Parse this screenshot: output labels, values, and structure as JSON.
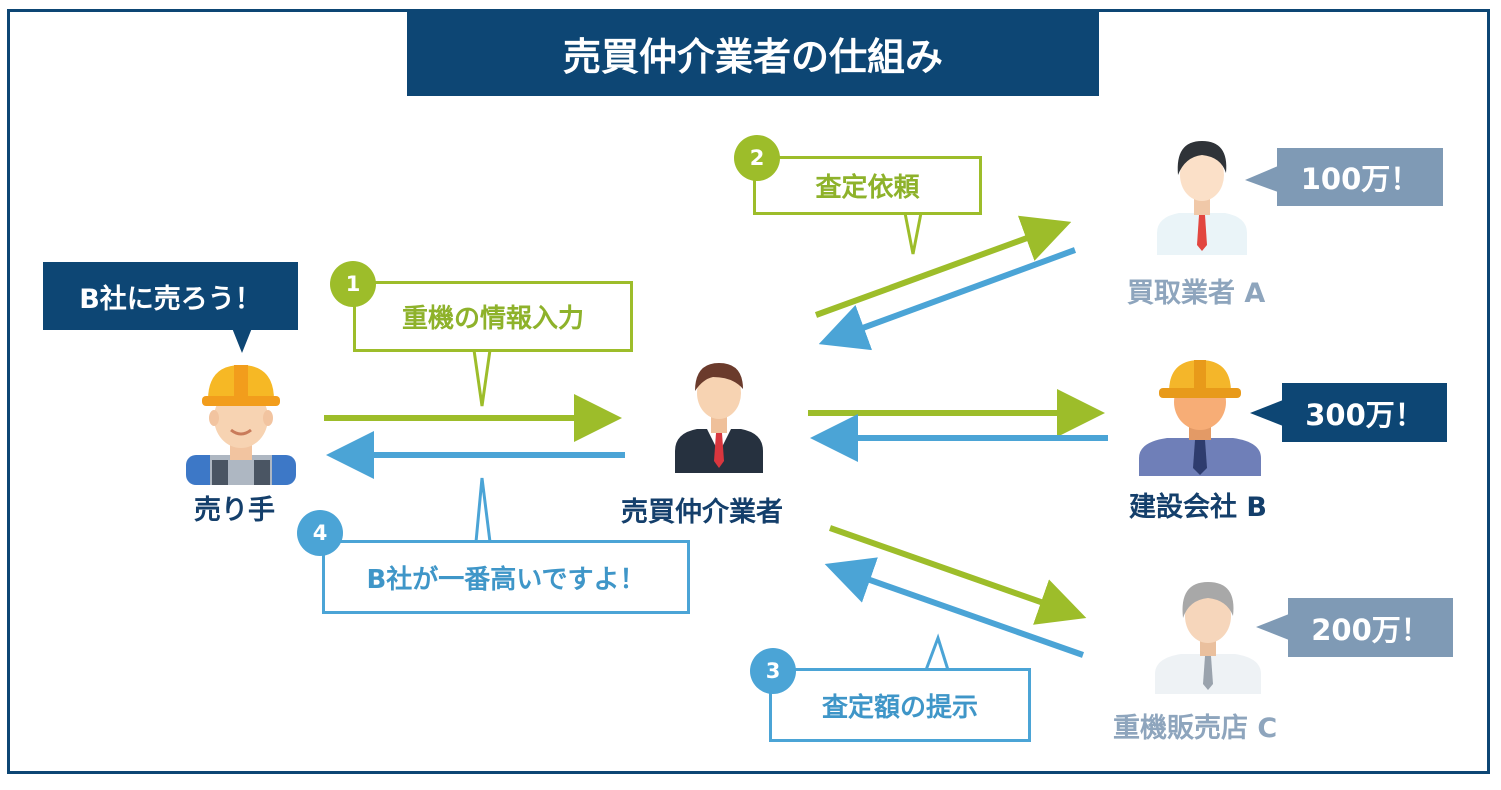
{
  "title": "売買仲介業者の仕組み",
  "seller": {
    "name": "売り手",
    "speech": "B社に売ろう！"
  },
  "broker": {
    "name": "売買仲介業者"
  },
  "buyers": [
    {
      "name": "買取業者 A",
      "price": "100万！"
    },
    {
      "name": "建設会社 B",
      "price": "300万！"
    },
    {
      "name": "重機販売店 C",
      "price": "200万！"
    }
  ],
  "steps": [
    {
      "number": "1",
      "label": "重機の情報入力"
    },
    {
      "number": "2",
      "label": "査定依頼"
    },
    {
      "number": "3",
      "label": "査定額の提示"
    },
    {
      "number": "4",
      "label": "B社が一番高いですよ！"
    }
  ],
  "colors": {
    "navy": "#0d4674",
    "green": "#9dbd2a",
    "blue": "#4ba4d6",
    "muted": "#7f9ab5"
  }
}
